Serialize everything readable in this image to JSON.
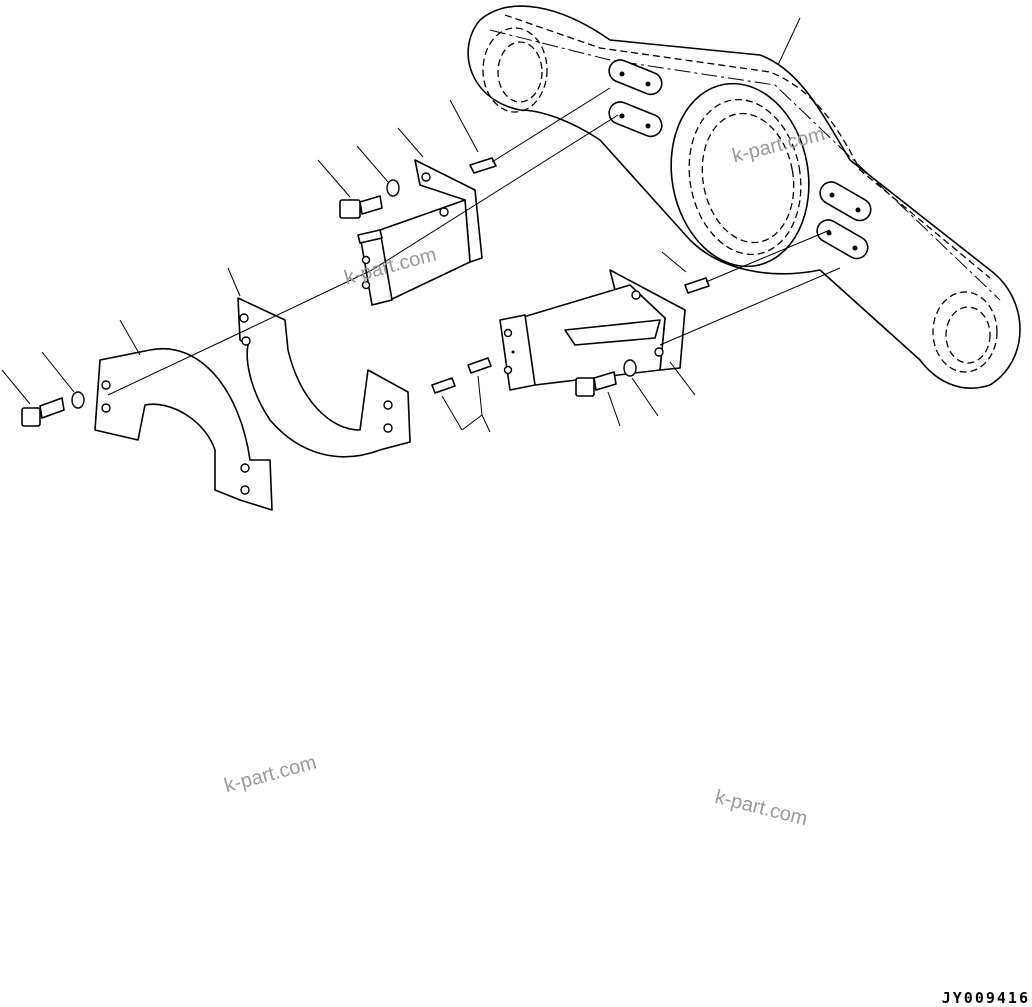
{
  "drawing": {
    "code": "JY009416"
  },
  "watermarks": [
    "k-part.com",
    "k-part.com",
    "k-part.com",
    "k-part.com"
  ],
  "colors": {
    "line": "#000000",
    "watermark": "#9a9a9a",
    "background": "#ffffff"
  }
}
